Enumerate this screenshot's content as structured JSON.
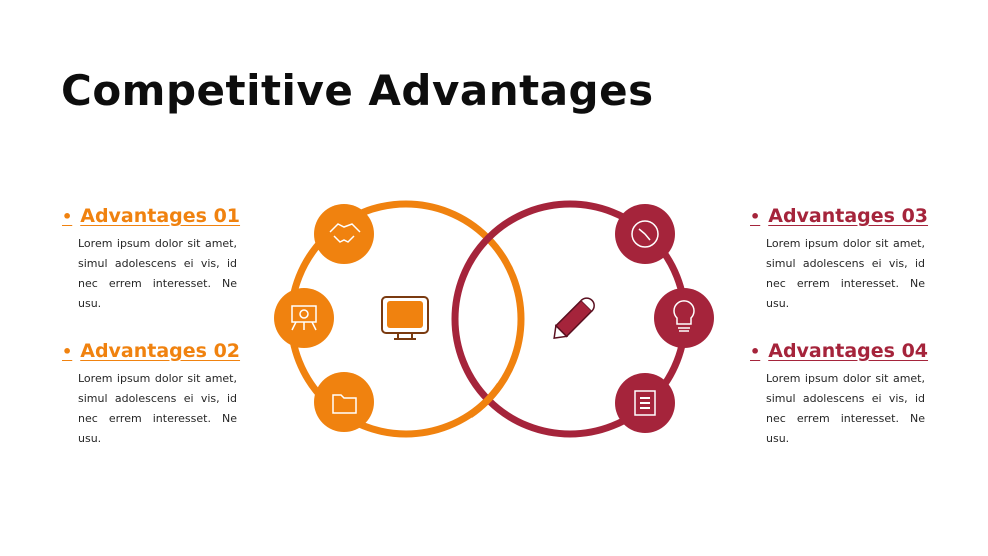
{
  "title": "Competitive Advantages",
  "colors": {
    "orange": "#f0820f",
    "red": "#a5243b",
    "text": "#0d0d0d"
  },
  "advantages": [
    {
      "label": "Advantages 01",
      "text": "Lorem ipsum dolor sit amet, simul adolescens ei vis, id nec errem interesset. Ne usu.",
      "color": "orange"
    },
    {
      "label": "Advantages 02",
      "text": "Lorem ipsum dolor sit amet, simul adolescens ei vis, id nec errem interesset. Ne usu.",
      "color": "orange"
    },
    {
      "label": "Advantages 03",
      "text": "Lorem ipsum dolor sit amet, simul adolescens ei vis, id nec errem interesset. Ne usu.",
      "color": "red"
    },
    {
      "label": "Advantages 04",
      "text": "Lorem ipsum dolor sit amet, simul adolescens ei vis, id nec errem interesset. Ne usu.",
      "color": "red"
    }
  ],
  "diagram": {
    "left_circle": {
      "center_icon": "monitor-icon",
      "icons": [
        "handshake-icon",
        "presentation-chart-icon",
        "folder-icon"
      ]
    },
    "right_circle": {
      "center_icon": "pencil-icon",
      "icons": [
        "clock-icon",
        "lightbulb-icon",
        "document-icon"
      ]
    }
  }
}
